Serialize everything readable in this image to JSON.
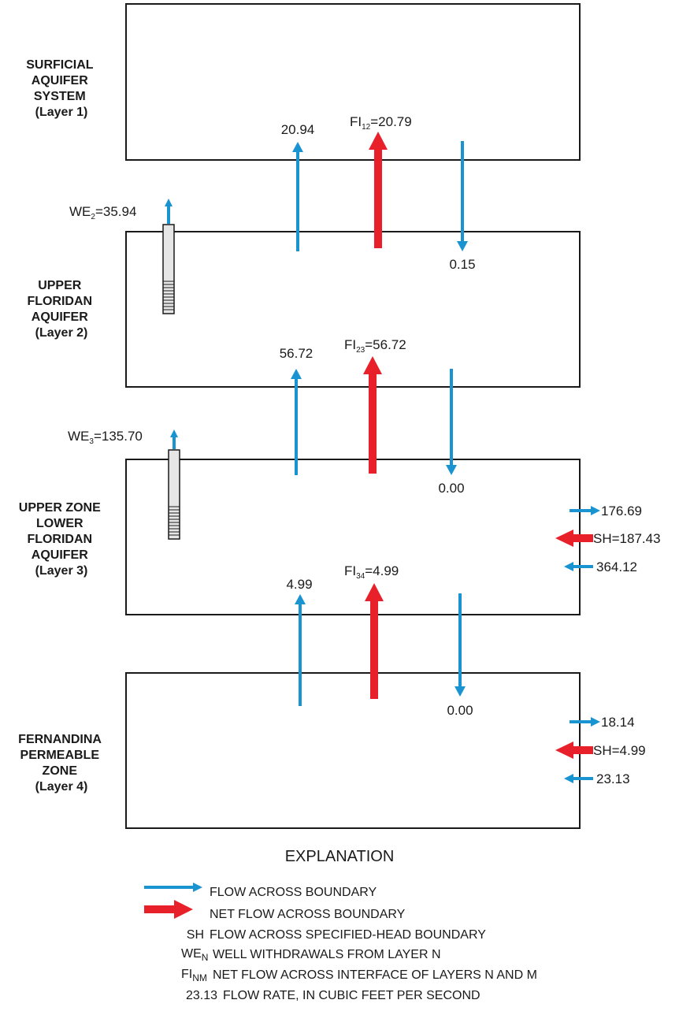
{
  "layers": [
    {
      "line1": "SURFICIAL",
      "line2": "AQUIFER",
      "line3": "SYSTEM",
      "line4": "(Layer 1)"
    },
    {
      "line1": "UPPER",
      "line2": "FLORIDAN",
      "line3": "AQUIFER",
      "line4": "(Layer 2)"
    },
    {
      "line1": "UPPER ZONE",
      "line2": "LOWER",
      "line3": "FLORIDAN",
      "line4": "AQUIFER",
      "line5": "(Layer 3)"
    },
    {
      "line1": "FERNANDINA",
      "line2": "PERMEABLE",
      "line3": "ZONE",
      "line4": "(Layer 4)"
    }
  ],
  "interfaces": [
    {
      "up": "20.94",
      "net_sym": "FI",
      "net_sub": "12",
      "net_val": "=20.79",
      "down": "0.15"
    },
    {
      "up": "56.72",
      "net_sym": "FI",
      "net_sub": "23",
      "net_val": "=56.72",
      "down": "0.00"
    },
    {
      "up": "4.99",
      "net_sym": "FI",
      "net_sub": "34",
      "net_val": "=4.99",
      "down": "0.00"
    }
  ],
  "wells": [
    {
      "sym": "WE",
      "sub": "2",
      "val": "=35.94"
    },
    {
      "sym": "WE",
      "sub": "3",
      "val": "=135.70"
    }
  ],
  "specified_head": [
    {
      "out": "176.69",
      "net": "SH=187.43",
      "in": "364.12"
    },
    {
      "out": "18.14",
      "net": "SH=4.99",
      "in": "23.13"
    }
  ],
  "explanation": {
    "title": "EXPLANATION",
    "flow": "FLOW ACROSS BOUNDARY",
    "net_flow": "NET FLOW ACROSS BOUNDARY",
    "sh_sym": "SH",
    "sh_desc": "FLOW ACROSS SPECIFIED-HEAD BOUNDARY",
    "we_sym": "WE",
    "we_sub": "N",
    "we_desc": "WELL WITHDRAWALS FROM LAYER N",
    "fi_sym": "FI",
    "fi_sub": "NM",
    "fi_desc": "NET FLOW ACROSS INTERFACE OF LAYERS N AND M",
    "rate_sym": "23.13",
    "rate_desc": "FLOW RATE, IN CUBIC FEET PER SECOND"
  },
  "colors": {
    "flow": "#1a93d1",
    "net_flow": "#e8202a"
  }
}
